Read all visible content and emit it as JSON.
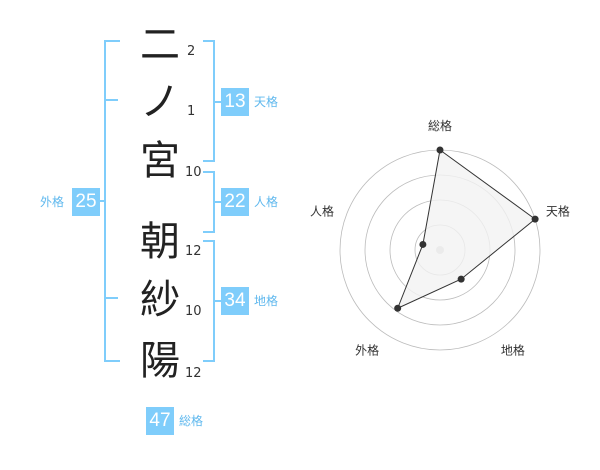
{
  "name": {
    "chars": [
      "二",
      "ノ",
      "宮",
      "朝",
      "紗",
      "陽"
    ],
    "strokes": [
      "2",
      "1",
      "10",
      "12",
      "10",
      "12"
    ]
  },
  "kakusu": {
    "tenkaku": {
      "value": "13",
      "label": "天格"
    },
    "jinkaku": {
      "value": "22",
      "label": "人格"
    },
    "chikaku": {
      "value": "34",
      "label": "地格"
    },
    "gaikaku": {
      "value": "25",
      "label": "外格"
    },
    "soukaku": {
      "value": "47",
      "label": "総格"
    }
  },
  "chart_data": {
    "type": "radar",
    "axes": [
      "総格",
      "天格",
      "地格",
      "外格",
      "人格"
    ],
    "values": [
      1.0,
      1.0,
      0.36,
      0.72,
      0.18
    ],
    "rings": 4,
    "colors": {
      "fill": "#f2f2f2",
      "stroke": "#333333",
      "ring": "#bbbbbb",
      "center": "#cccccc"
    }
  }
}
